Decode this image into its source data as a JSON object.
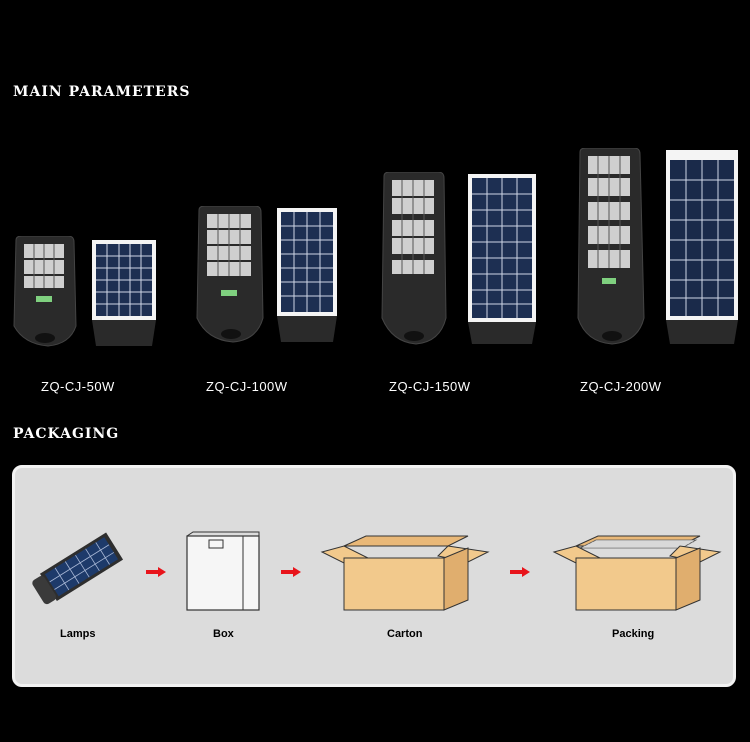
{
  "sections": {
    "parameters_title": "MAIN PARAMETERS",
    "packaging_title": "PACKAGING"
  },
  "models": [
    {
      "label": "ZQ-CJ-50W"
    },
    {
      "label": "ZQ-CJ-100W"
    },
    {
      "label": "ZQ-CJ-150W"
    },
    {
      "label": "ZQ-CJ-200W"
    }
  ],
  "packaging_steps": [
    {
      "label": "Lamps",
      "icon": "solar-lamp-icon"
    },
    {
      "label": "Box",
      "icon": "box-icon"
    },
    {
      "label": "Carton",
      "icon": "carton-icon"
    },
    {
      "label": "Packing",
      "icon": "packed-carton-icon"
    }
  ],
  "colors": {
    "background": "#000000",
    "panel": "#dcdcdc",
    "arrow": "#e8141b",
    "carton": "#f2c98c"
  }
}
